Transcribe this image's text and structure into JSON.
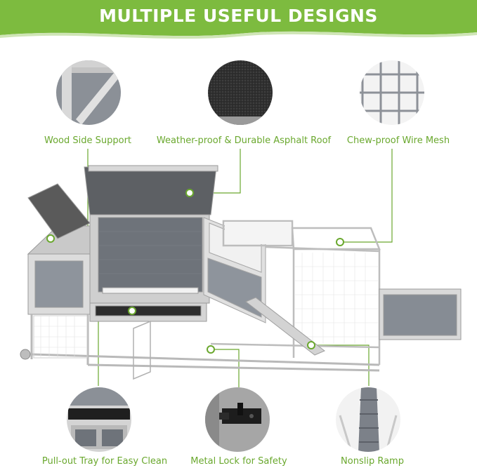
{
  "banner": {
    "title": "MULTIPLE USEFUL DESIGNS",
    "color": "#7dbb3f"
  },
  "accent_color": "#6aa82e",
  "features": {
    "wood_side_support": "Wood Side Support",
    "asphalt_roof": "Weather-proof & Durable Asphalt Roof",
    "wire_mesh": "Chew-proof Wire Mesh",
    "pull_out_tray": "Pull-out Tray for Easy Clean",
    "metal_lock": "Metal Lock for Safety",
    "nonslip_ramp": "Nonslip Ramp"
  }
}
